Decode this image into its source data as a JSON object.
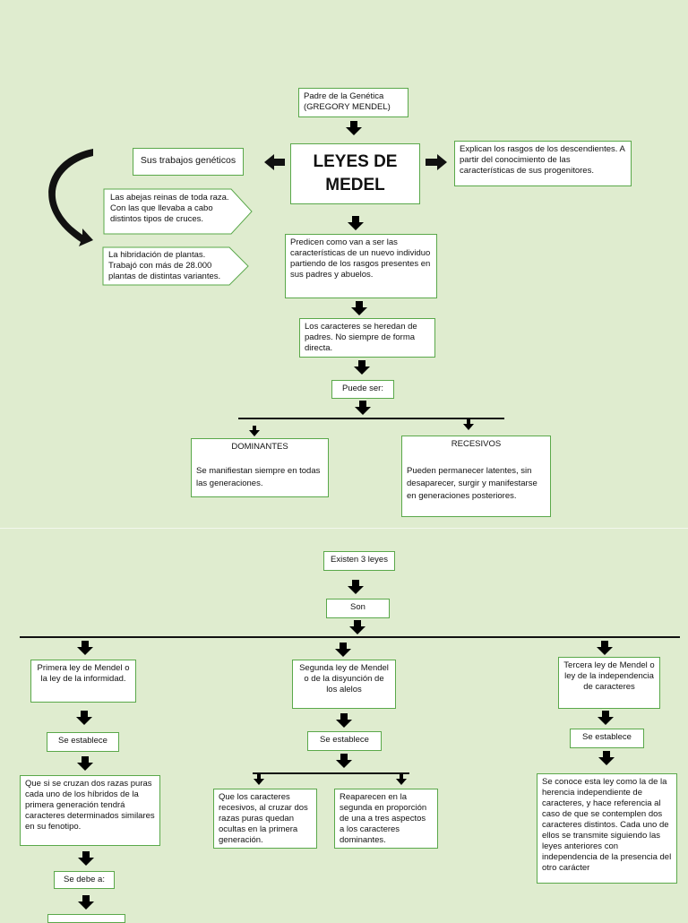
{
  "top": {
    "padre": "Padre  de la Genética (GREGORY MENDEL)",
    "title": "LEYES DE MEDEL",
    "trabajos": "Sus trabajos genéticos",
    "abejas": "Las abejas reinas de toda raza. Con las que llevaba a cabo distintos tipos de cruces.",
    "hibridacion": " La hibridación de plantas. Trabajó con más de 28.000 plantas de distintas variantes.",
    "explican": " Explican los rasgos de los descendientes. A partir del conocimiento de las características de sus progenitores.",
    "predicen": "Predicen como van a ser las características de un nuevo individuo partiendo de los rasgos presentes en sus padres y abuelos.",
    "caracteres": "Los caracteres se heredan de padres. No siempre de forma directa.",
    "puede_ser": "Puede ser:",
    "dominantes_title": "DOMINANTES",
    "dominantes_text": "Se manifiestan siempre en todas las generaciones.",
    "recesivos_title": "RECESIVOS",
    "recesivos_text": "Pueden permanecer latentes, sin desaparecer, surgir y manifestarse en generaciones posteriores."
  },
  "bottom": {
    "existen": "Existen 3 leyes",
    "son": "Son",
    "primera": "Primera ley de Mendel o la ley de la informidad.",
    "segunda": "Segunda ley de Mendel o de la disyunción de los alelos",
    "tercera": "Tercera ley de Mendel o ley de la independencia de caracteres",
    "establece_1": "Se establece",
    "establece_2": "Se establece",
    "establece_3": "Se establece",
    "primera_text": "Que si se cruzan dos razas puras cada uno de los híbridos de la primera generación tendrá caracteres determinados similares en su fenotipo.",
    "segunda_a": "Que los caracteres recesivos, al cruzar dos razas puras quedan ocultas en la primera generación.",
    "segunda_b": "Reaparecen en la segunda en proporción de una a tres aspectos a los caracteres dominantes.",
    "tercera_text": "Se conoce esta ley como la de la herencia independiente de caracteres, y hace referencia al caso de que se contemplen dos caracteres distintos. Cada uno de ellos se transmite siguiendo las leyes anteriores con independencia de la presencia del otro carácter",
    "se_debe": "Se debe a:"
  }
}
